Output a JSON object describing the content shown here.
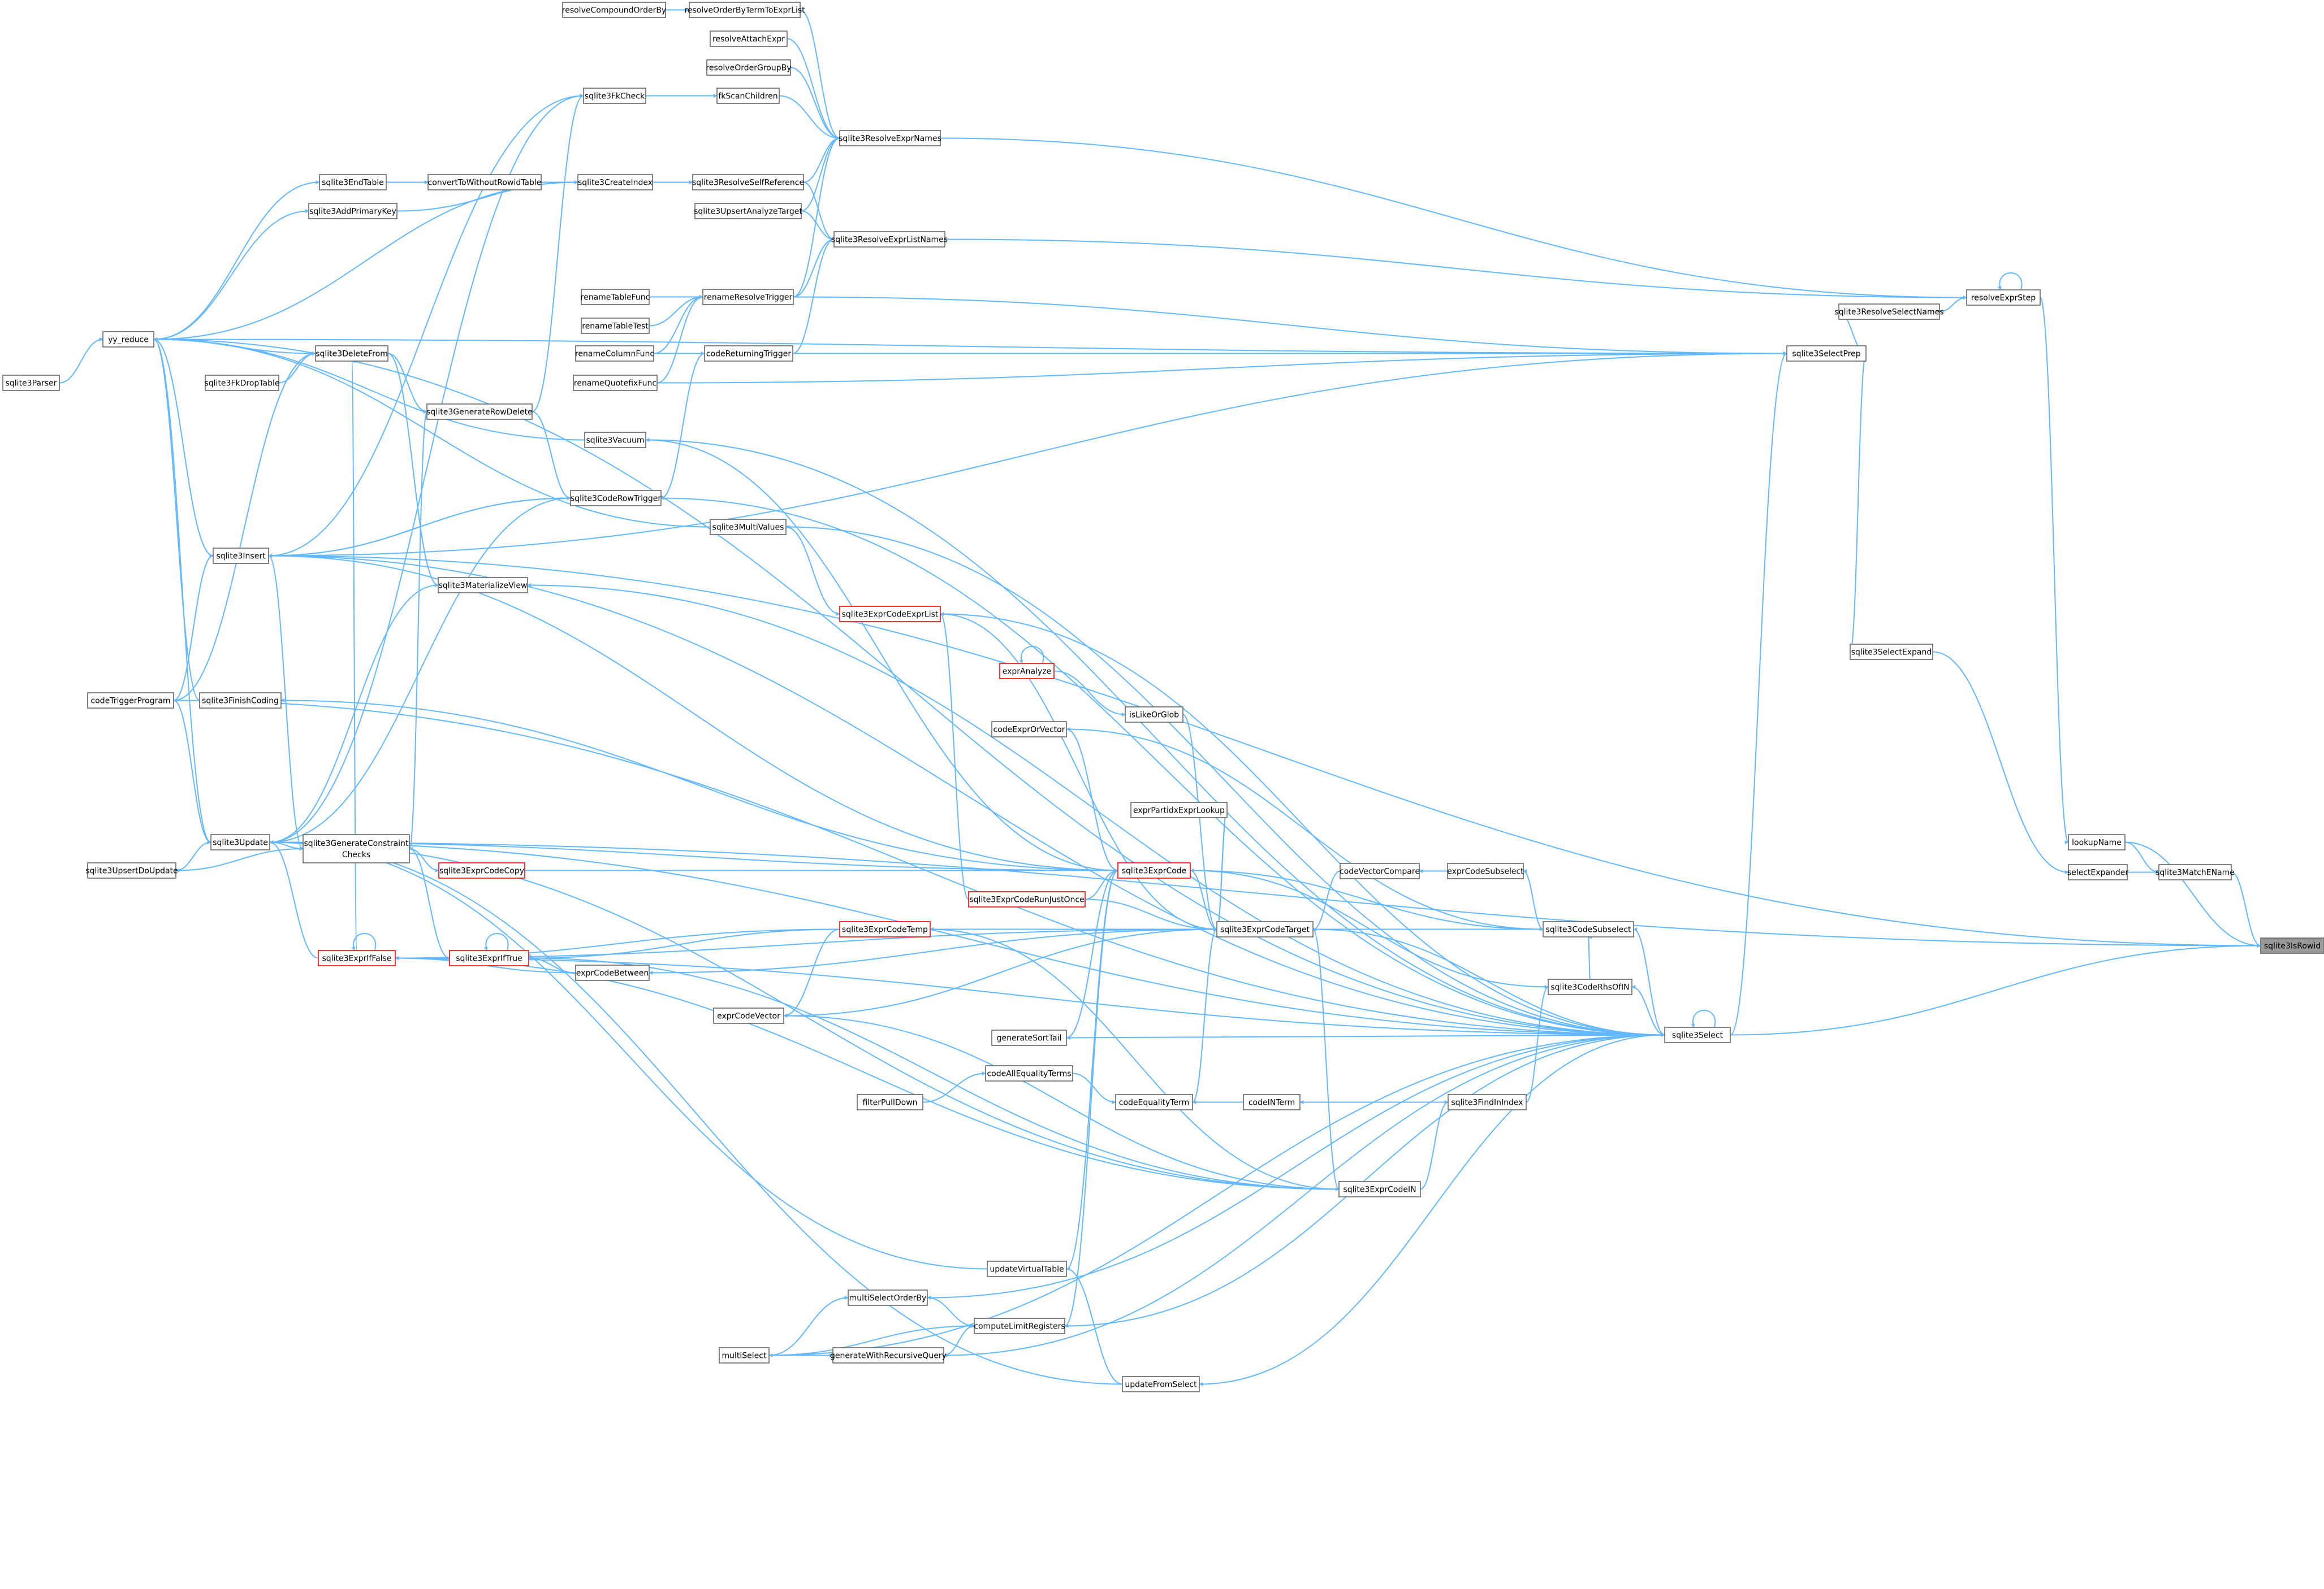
{
  "graph": {
    "title": "",
    "colors": {
      "edge": "#63B8FF",
      "node_fill": "#ffffff",
      "node_border": "#666666",
      "truncated_border": "#ff0000",
      "focus_fill": "#999999",
      "focus_border": "#666666"
    },
    "nodes": [
      {
        "id": "sqlite3IsRowid",
        "label": "sqlite3IsRowid",
        "focus": true
      },
      {
        "id": "lookupName",
        "label": "lookupName"
      },
      {
        "id": "sqlite3MatchEName",
        "label": "sqlite3MatchEName"
      },
      {
        "id": "selectExpander",
        "label": "selectExpander"
      },
      {
        "id": "resolveExprStep",
        "label": "resolveExprStep"
      },
      {
        "id": "sqlite3ResolveSelectNames",
        "label": "sqlite3ResolveSelectNames"
      },
      {
        "id": "sqlite3SelectExpand",
        "label": "sqlite3SelectExpand"
      },
      {
        "id": "sqlite3SelectPrep",
        "label": "sqlite3SelectPrep"
      },
      {
        "id": "sqlite3Select",
        "label": "sqlite3Select"
      },
      {
        "id": "sqlite3ResolveExprNames",
        "label": "sqlite3ResolveExprNames"
      },
      {
        "id": "sqlite3ResolveExprListNames",
        "label": "sqlite3ResolveExprListNames"
      },
      {
        "id": "resolveOrderByTermToExprList",
        "label": "resolveOrderByTermToExprList"
      },
      {
        "id": "resolveCompoundOrderBy",
        "label": "resolveCompoundOrderBy"
      },
      {
        "id": "resolveAttachExpr",
        "label": "resolveAttachExpr"
      },
      {
        "id": "resolveOrderGroupBy",
        "label": "resolveOrderGroupBy"
      },
      {
        "id": "fkScanChildren",
        "label": "fkScanChildren"
      },
      {
        "id": "sqlite3FkCheck",
        "label": "sqlite3FkCheck"
      },
      {
        "id": "sqlite3ResolveSelfReference",
        "label": "sqlite3ResolveSelfReference"
      },
      {
        "id": "sqlite3CreateIndex",
        "label": "sqlite3CreateIndex"
      },
      {
        "id": "convertToWithoutRowidTable",
        "label": "convertToWithoutRowidTable"
      },
      {
        "id": "sqlite3EndTable",
        "label": "sqlite3EndTable"
      },
      {
        "id": "sqlite3AddPrimaryKey",
        "label": "sqlite3AddPrimaryKey"
      },
      {
        "id": "sqlite3UpsertAnalyzeTarget",
        "label": "sqlite3UpsertAnalyzeTarget"
      },
      {
        "id": "renameTableFunc",
        "label": "renameTableFunc"
      },
      {
        "id": "renameResolveTrigger",
        "label": "renameResolveTrigger"
      },
      {
        "id": "renameTableTest",
        "label": "renameTableTest"
      },
      {
        "id": "renameColumnFunc",
        "label": "renameColumnFunc"
      },
      {
        "id": "renameQuotefixFunc",
        "label": "renameQuotefixFunc"
      },
      {
        "id": "codeReturningTrigger",
        "label": "codeReturningTrigger"
      },
      {
        "id": "sqlite3Parser",
        "label": "sqlite3Parser"
      },
      {
        "id": "yy_reduce",
        "label": "yy_reduce"
      },
      {
        "id": "sqlite3DeleteFrom",
        "label": "sqlite3DeleteFrom"
      },
      {
        "id": "sqlite3FkDropTable",
        "label": "sqlite3FkDropTable"
      },
      {
        "id": "sqlite3GenerateRowDelete",
        "label": "sqlite3GenerateRowDelete"
      },
      {
        "id": "sqlite3Vacuum",
        "label": "sqlite3Vacuum"
      },
      {
        "id": "sqlite3CodeRowTrigger",
        "label": "sqlite3CodeRowTrigger"
      },
      {
        "id": "sqlite3MultiValues",
        "label": "sqlite3MultiValues"
      },
      {
        "id": "sqlite3Insert",
        "label": "sqlite3Insert"
      },
      {
        "id": "sqlite3MaterializeView",
        "label": "sqlite3MaterializeView"
      },
      {
        "id": "sqlite3ExprCodeExprList",
        "label": "sqlite3ExprCodeExprList",
        "truncated": true
      },
      {
        "id": "exprAnalyze",
        "label": "exprAnalyze",
        "truncated": true
      },
      {
        "id": "isLikeOrGlob",
        "label": "isLikeOrGlob"
      },
      {
        "id": "codeTriggerProgram",
        "label": "codeTriggerProgram"
      },
      {
        "id": "sqlite3FinishCoding",
        "label": "sqlite3FinishCoding"
      },
      {
        "id": "codeExprOrVector",
        "label": "codeExprOrVector"
      },
      {
        "id": "exprPartidxExprLookup",
        "label": "exprPartidxExprLookup"
      },
      {
        "id": "sqlite3Update",
        "label": "sqlite3Update"
      },
      {
        "id": "sqlite3UpsertDoUpdate",
        "label": "sqlite3UpsertDoUpdate"
      },
      {
        "id": "sqlite3GenerateConstraintChecks",
        "label": "sqlite3GenerateConstraint",
        "label2": "Checks"
      },
      {
        "id": "sqlite3ExprCodeCopy",
        "label": "sqlite3ExprCodeCopy",
        "truncated": true
      },
      {
        "id": "sqlite3ExprCode",
        "label": "sqlite3ExprCode",
        "truncated": true
      },
      {
        "id": "codeVectorCompare",
        "label": "codeVectorCompare"
      },
      {
        "id": "exprCodeSubselect",
        "label": "exprCodeSubselect"
      },
      {
        "id": "sqlite3ExprCodeRunJustOnce",
        "label": "sqlite3ExprCodeRunJustOnce",
        "truncated": true
      },
      {
        "id": "sqlite3ExprCodeTemp",
        "label": "sqlite3ExprCodeTemp",
        "truncated": true
      },
      {
        "id": "sqlite3ExprCodeTarget",
        "label": "sqlite3ExprCodeTarget"
      },
      {
        "id": "sqlite3CodeSubselect",
        "label": "sqlite3CodeSubselect"
      },
      {
        "id": "sqlite3ExprIfTrue",
        "label": "sqlite3ExprIfTrue",
        "truncated": true
      },
      {
        "id": "exprCodeBetween",
        "label": "exprCodeBetween"
      },
      {
        "id": "sqlite3ExprIfFalse",
        "label": "sqlite3ExprIfFalse",
        "truncated": true
      },
      {
        "id": "exprCodeVector",
        "label": "exprCodeVector"
      },
      {
        "id": "sqlite3CodeRhsOfIN",
        "label": "sqlite3CodeRhsOfIN"
      },
      {
        "id": "generateSortTail",
        "label": "generateSortTail"
      },
      {
        "id": "codeAllEqualityTerms",
        "label": "codeAllEqualityTerms"
      },
      {
        "id": "filterPullDown",
        "label": "filterPullDown"
      },
      {
        "id": "codeEqualityTerm",
        "label": "codeEqualityTerm"
      },
      {
        "id": "codeINTerm",
        "label": "codeINTerm"
      },
      {
        "id": "sqlite3FindInIndex",
        "label": "sqlite3FindInIndex"
      },
      {
        "id": "sqlite3ExprCodeIN",
        "label": "sqlite3ExprCodeIN"
      },
      {
        "id": "updateVirtualTable",
        "label": "updateVirtualTable"
      },
      {
        "id": "multiSelectOrderBy",
        "label": "multiSelectOrderBy"
      },
      {
        "id": "computeLimitRegisters",
        "label": "computeLimitRegisters"
      },
      {
        "id": "multiSelect",
        "label": "multiSelect"
      },
      {
        "id": "generateWithRecursiveQuery",
        "label": "generateWithRecursiveQuery"
      },
      {
        "id": "updateFromSelect",
        "label": "updateFromSelect"
      }
    ]
  }
}
